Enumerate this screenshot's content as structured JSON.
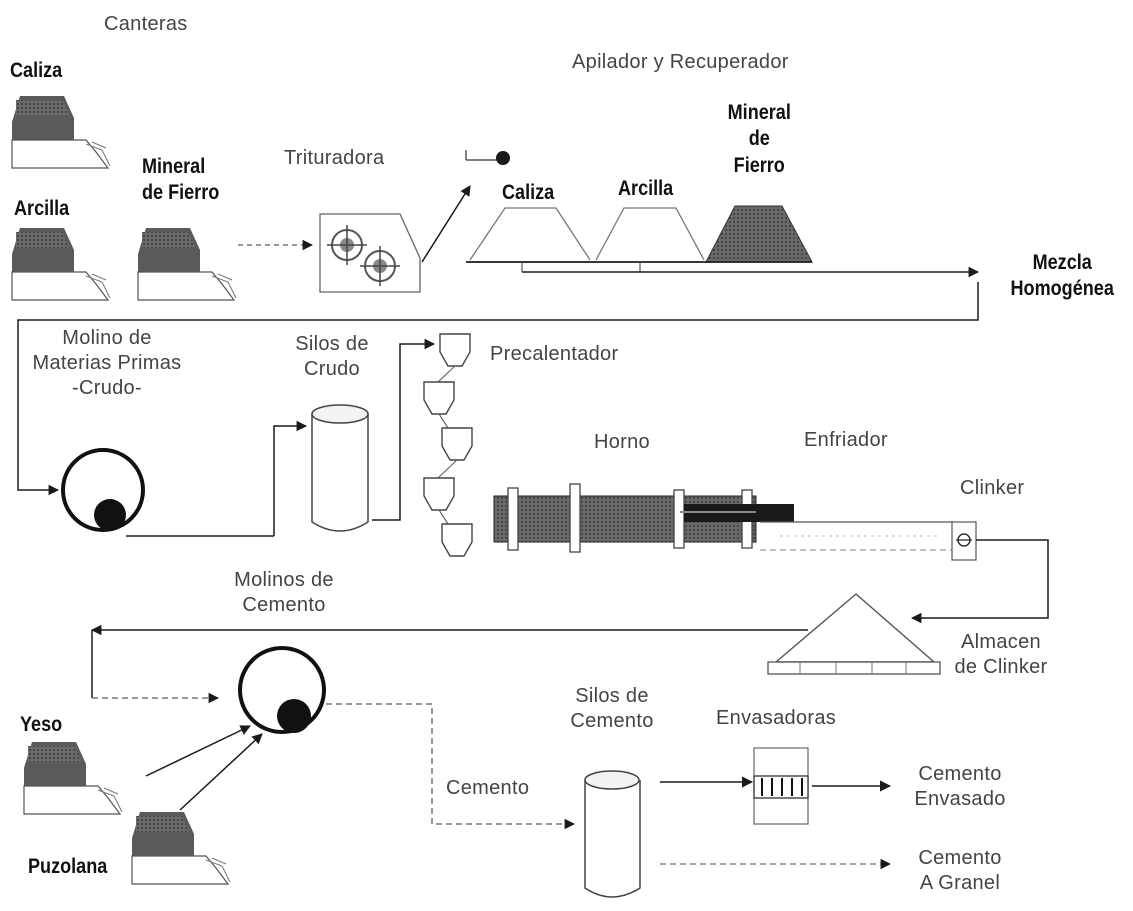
{
  "labels": {
    "canteras": "Canteras",
    "caliza": "Caliza",
    "arcilla": "Arcilla",
    "mineral_fierro": "Mineral\nde Fierro",
    "trituradora": "Trituradora",
    "apilador": "Apilador y Recuperador",
    "pile_caliza": "Caliza",
    "pile_arcilla": "Arcilla",
    "pile_mineral": "Mineral\nde\nFierro",
    "mezcla": "Mezcla\nHomogénea",
    "molino_materias": "Molino de\nMaterias Primas\n-Crudo-",
    "silos_crudo": "Silos de\nCrudo",
    "precalentador": "Precalentador",
    "horno": "Horno",
    "enfriador": "Enfriador",
    "clinker": "Clinker",
    "almacen": "Almacen\nde Clinker",
    "molinos_cemento": "Molinos de\nCemento",
    "yeso": "Yeso",
    "puzolana": "Puzolana",
    "cemento": "Cemento",
    "silos_cemento": "Silos de\nCemento",
    "envasadoras": "Envasadoras",
    "cemento_envasado": "Cemento\nEnvasado",
    "cemento_granel": "Cemento\nA Granel"
  },
  "colors": {
    "line": "#1a1a1a",
    "dashed": "#555555",
    "truck": "#4a4a4a",
    "kiln": "#3a3a3a",
    "pile": "#3c3c3c"
  },
  "icons": [
    "dump-truck-icon",
    "crusher-icon",
    "stockpile-icon",
    "mill-icon",
    "silo-icon",
    "cyclone-icon",
    "rotary-kiln-icon",
    "cooler-icon",
    "storage-pile-icon",
    "packing-machine-icon"
  ]
}
